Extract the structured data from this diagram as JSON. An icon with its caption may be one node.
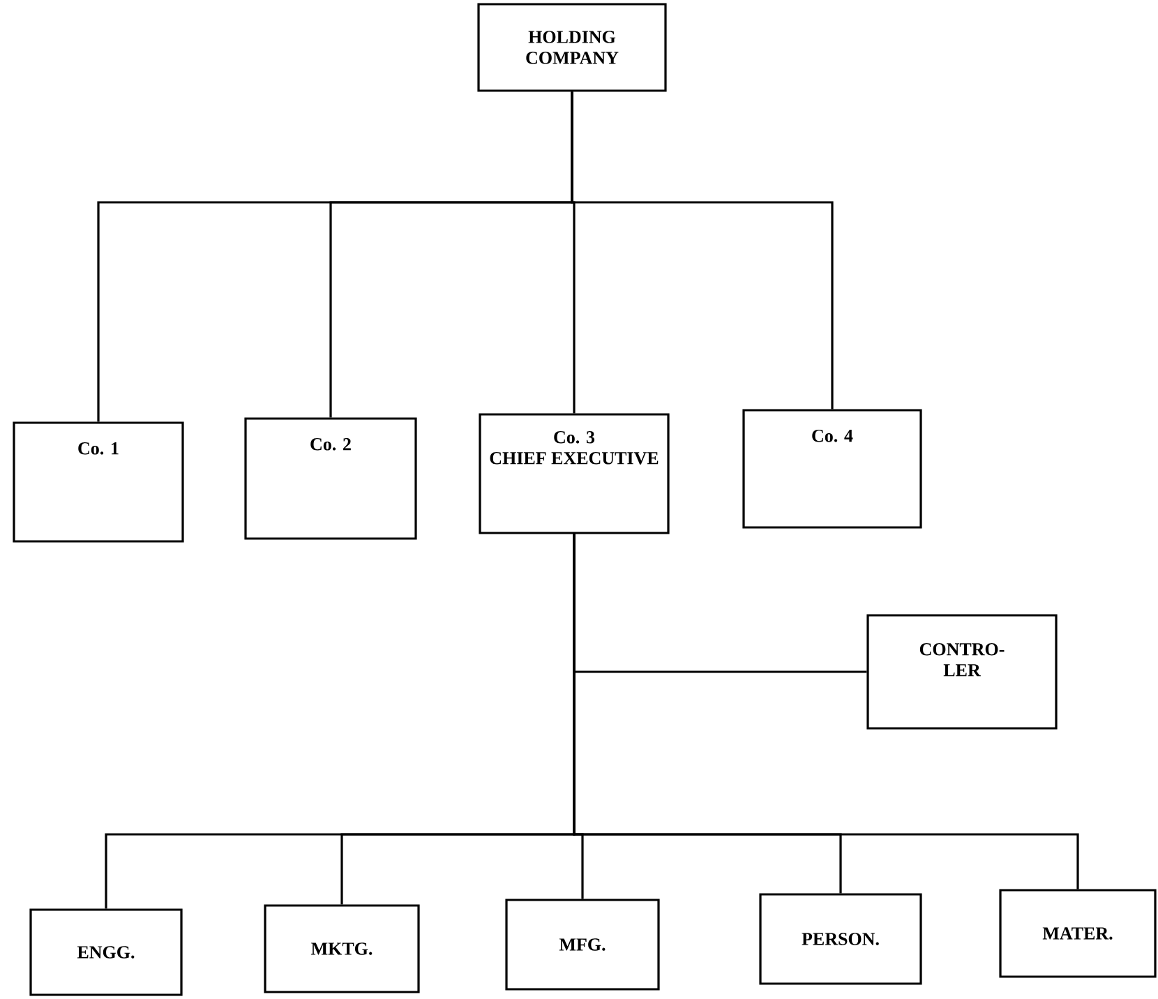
{
  "diagram": {
    "nodes": [
      {
        "text": [
          "HOLDING COMPANY"
        ]
      },
      {
        "text": [
          "Co. 1"
        ]
      },
      {
        "text": [
          "Co. 2"
        ]
      },
      {
        "text": [
          "Co. 3",
          "CHIEF EXECUTIVE"
        ]
      },
      {
        "text": [
          "Co. 4"
        ]
      },
      {
        "text": [
          "CONTRO- LER"
        ]
      },
      {
        "text": [
          "ENGG."
        ]
      },
      {
        "text": [
          "MKTG."
        ]
      },
      {
        "text": [
          "MFG."
        ]
      },
      {
        "text": [
          "PERSON."
        ]
      },
      {
        "text": [
          "MATER."
        ]
      }
    ],
    "edges": [
      {
        "from": 0,
        "to": 1,
        "arrow": "none"
      },
      {
        "from": 0,
        "to": 2,
        "arrow": "none"
      },
      {
        "from": 0,
        "to": 3,
        "arrow": "none"
      },
      {
        "from": 0,
        "to": 4,
        "arrow": "none"
      },
      {
        "from": 3,
        "to": 5,
        "arrow": "none"
      },
      {
        "from": 3,
        "to": 6,
        "arrow": "none"
      },
      {
        "from": 3,
        "to": 7,
        "arrow": "none"
      },
      {
        "from": 3,
        "to": 8,
        "arrow": "none"
      },
      {
        "from": 3,
        "to": 9,
        "arrow": "none"
      },
      {
        "from": 3,
        "to": 10,
        "arrow": "none"
      }
    ]
  }
}
